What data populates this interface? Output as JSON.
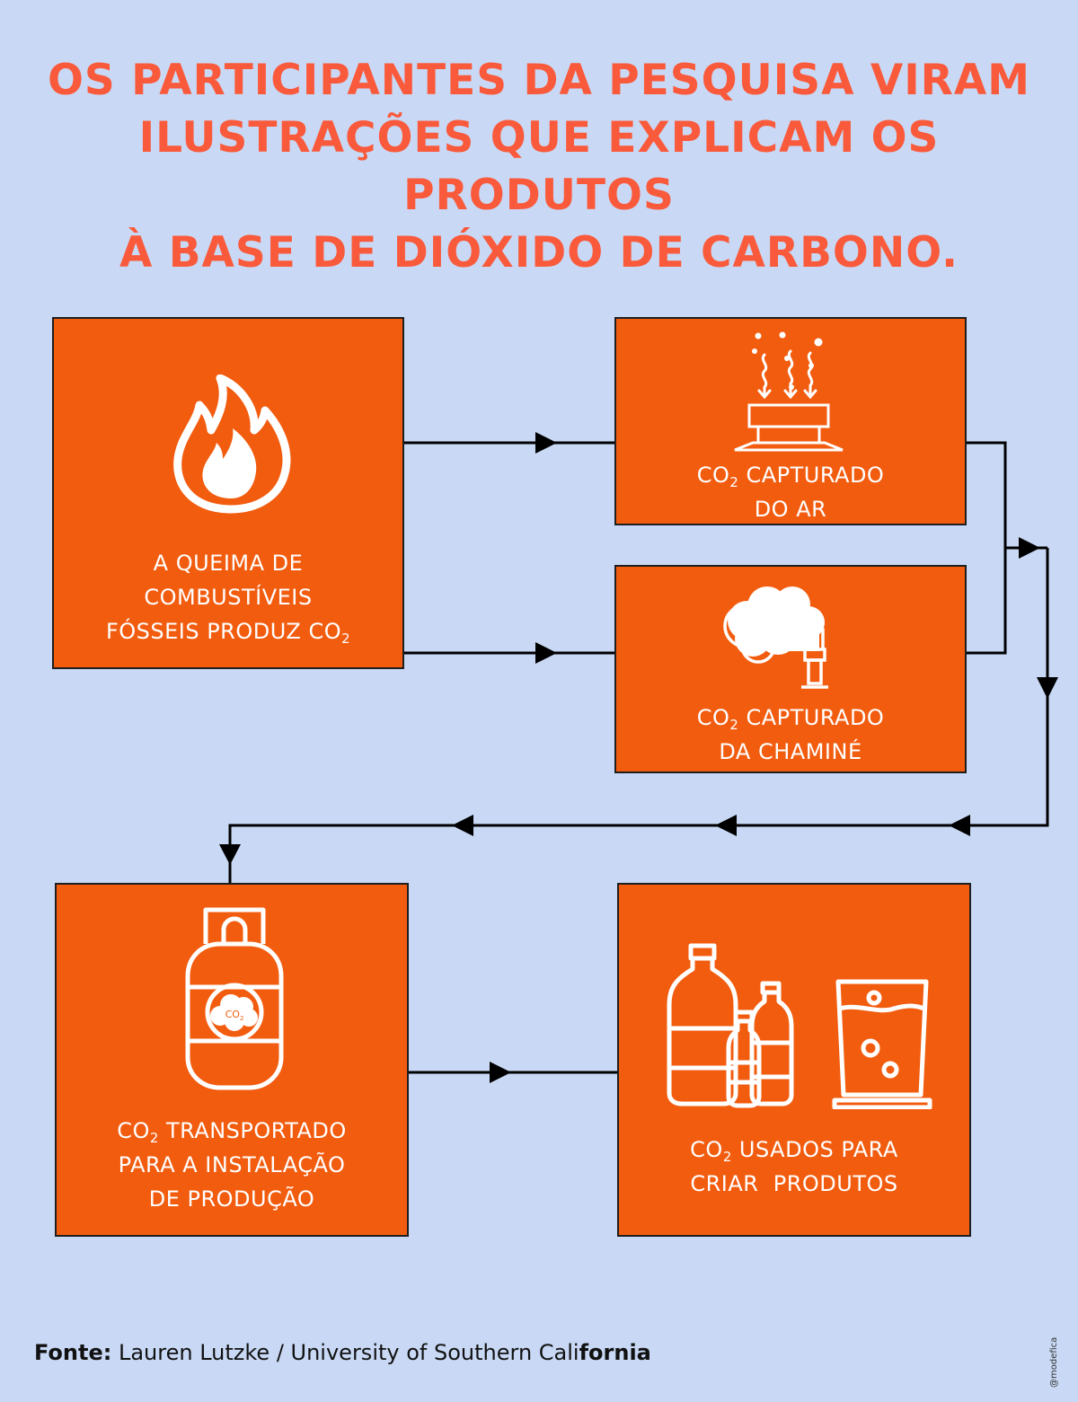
{
  "title": {
    "line1": "OS PARTICIPANTES DA PESQUISA VIRAM",
    "line2": "ILUSTRAÇÕES QUE EXPLICAM OS PRODUTOS",
    "line3": "À BASE DE DIÓXIDO DE CARBONO."
  },
  "boxes": {
    "burning": {
      "line1": "A QUEIMA DE",
      "line2": "COMBUSTÍVEIS",
      "line3_pre": "FÓSSEIS PRODUZ CO",
      "line3_sub": "2",
      "icon": "flame-icon"
    },
    "air": {
      "line1_pre": "CO",
      "line1_sub": "2",
      "line1_post": " CAPTURADO",
      "line2": "DO AR",
      "icon": "air-capture-icon"
    },
    "chimney": {
      "line1_pre": "CO",
      "line1_sub": "2",
      "line1_post": " CAPTURADO",
      "line2": "DA CHAMINÉ",
      "icon": "chimney-smoke-icon"
    },
    "transport": {
      "line1_pre": "CO",
      "line1_sub": "2",
      "line1_post": " TRANSPORTADO",
      "line2": "PARA A INSTALAÇÃO",
      "line3": "DE PRODUÇÃO",
      "tank_pre": "CO",
      "tank_sub": "2",
      "icon": "gas-tank-icon"
    },
    "products": {
      "line1_pre": "CO",
      "line1_sub": "2",
      "line1_post": " USADOS PARA",
      "line2": "CRIAR  PRODUTOS",
      "icon": "bottles-and-glass-icon"
    }
  },
  "footer": {
    "label": "Fonte:",
    "source_pre": " Lauren Lutzke / University of Southern Cali",
    "source_bold": "fornia"
  },
  "credit": "@modefica",
  "colors": {
    "background": "#c9d9f5",
    "title": "#fa5a3c",
    "box": "#f25c0f",
    "text": "#ffffff",
    "lines": "#000000"
  }
}
